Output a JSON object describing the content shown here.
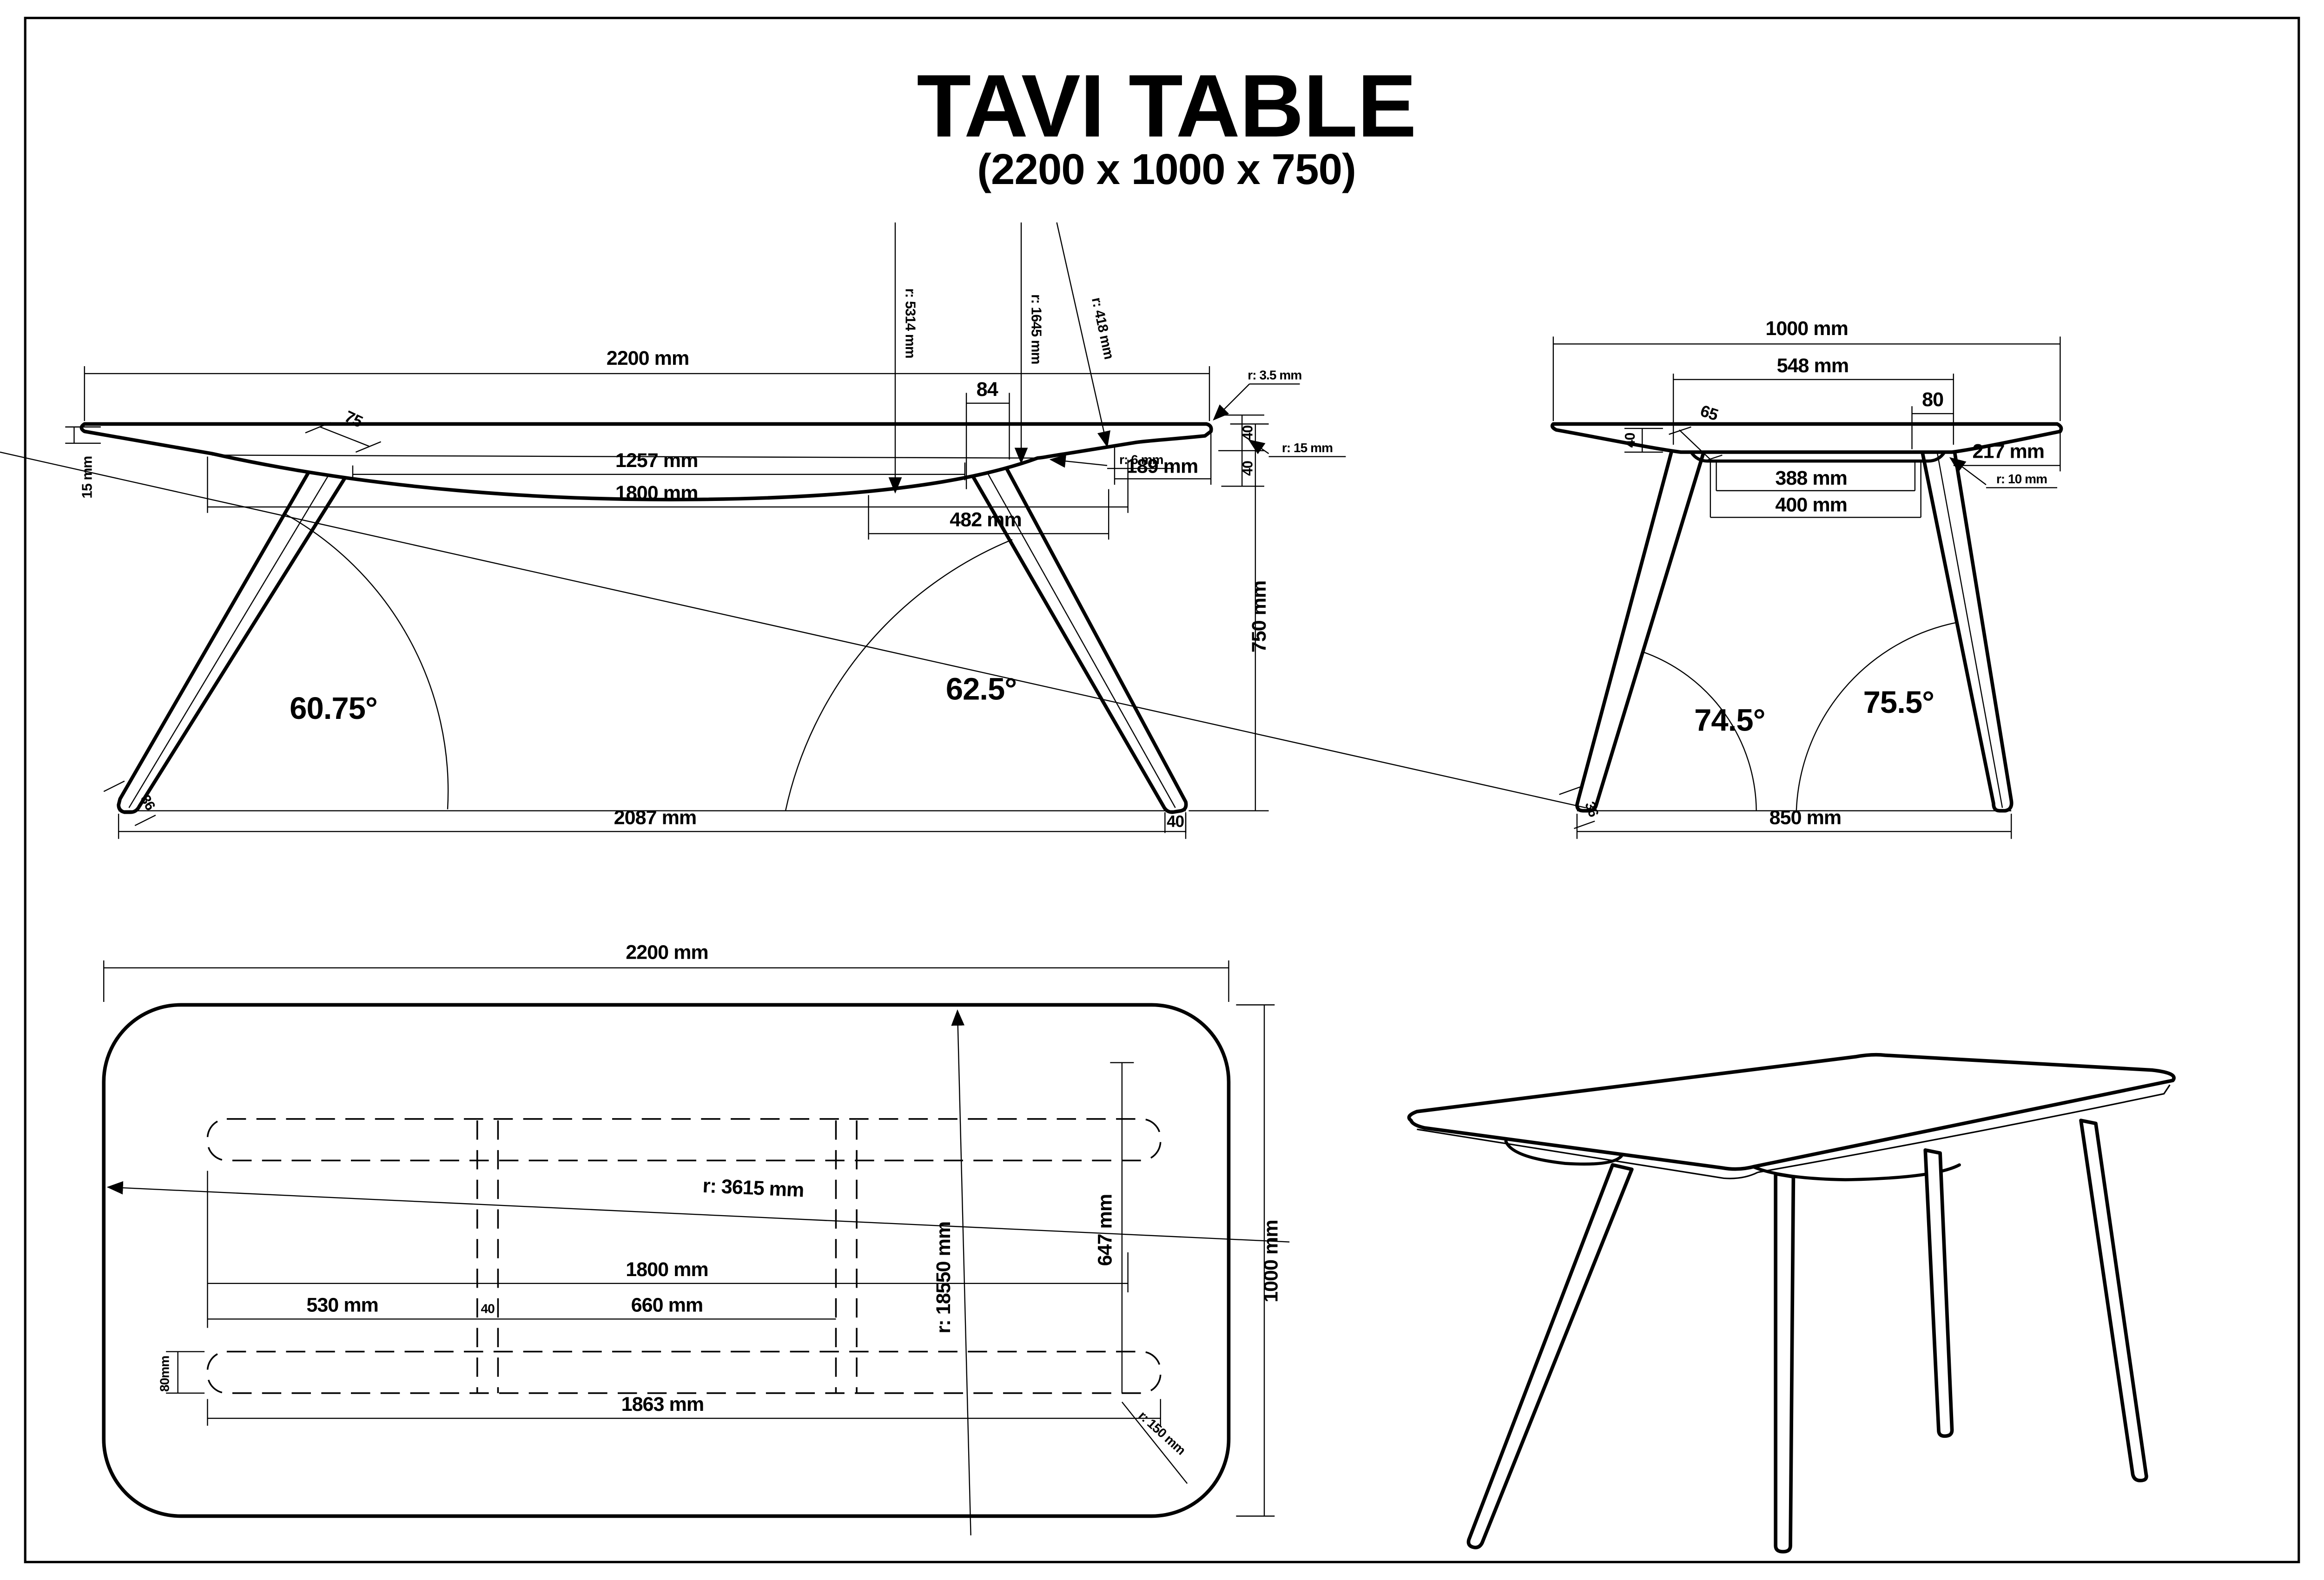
{
  "title": {
    "main": "TAVI TABLE",
    "subtitle": "(2200 x 1000 x 750)"
  },
  "front_view": {
    "width": "2200 mm",
    "radius_bottom_curve": "r: 5314 mm",
    "radius_apron": "r: 1645 mm",
    "radius_leg": "r: 418 mm",
    "leg_top_gap": "84",
    "radius_tip": "r: 3.5 mm",
    "thickness_upper": "40",
    "thickness_lower": "40",
    "radius_edge": "r: 15 mm",
    "radius_apron_end": "r: 6 mm",
    "edge_inset": "189 mm",
    "edge_thickness": "15 mm",
    "leg_width_top": "75",
    "legs_inner_span": "1257 mm",
    "apron_length": "1800 mm",
    "leg_top_offset": "482 mm",
    "table_height": "750 mm",
    "left_leg_angle": "60.75°",
    "right_leg_angle": "62.5°",
    "feet_span": "2087 mm",
    "left_foot_width": "36",
    "right_foot_width": "40"
  },
  "side_view": {
    "depth": "1000 mm",
    "legs_outer_span": "548 mm",
    "leg_block_width": "80",
    "leg_width_top": "65",
    "edge_thickness": "40",
    "rail_inner_span": "388 mm",
    "rail_outer_span": "400 mm",
    "side_overhang": "217 mm",
    "radius_apron_end": "r: 10 mm",
    "left_leg_angle": "74.5°",
    "right_leg_angle": "75.5°",
    "feet_span": "850 mm",
    "foot_width": "36"
  },
  "top_view": {
    "width": "2200 mm",
    "depth": "1000 mm",
    "radius_short_edge": "r: 3615 mm",
    "radius_long_edge": "r: 18550 mm",
    "rails_span": "1800 mm",
    "stretcher_offset": "530 mm",
    "stretcher_width": "40",
    "stretcher_spacing": "660 mm",
    "rail_to_edge": "647 mm",
    "rail_length": "1863 mm",
    "rail_height": "80mm",
    "radius_corner": "r: 150 mm"
  }
}
